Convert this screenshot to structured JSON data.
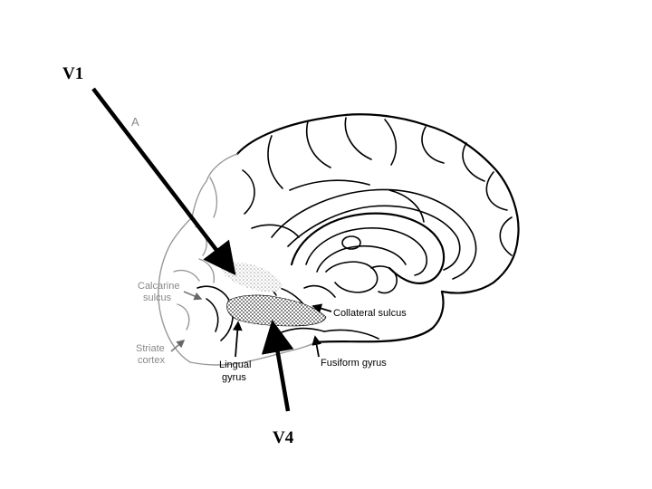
{
  "figure": {
    "panel_letter": "A",
    "callouts": {
      "v1": "V1",
      "v4": "V4"
    },
    "labels": {
      "calcarine_line1": "Calcarine",
      "calcarine_line2": "sulcus",
      "striate_line1": "Striate",
      "striate_line2": "cortex",
      "lingual_line1": "Lingual",
      "lingual_line2": "gyrus",
      "collateral": "Collateral sulcus",
      "fusiform": "Fusiform gyrus"
    }
  }
}
